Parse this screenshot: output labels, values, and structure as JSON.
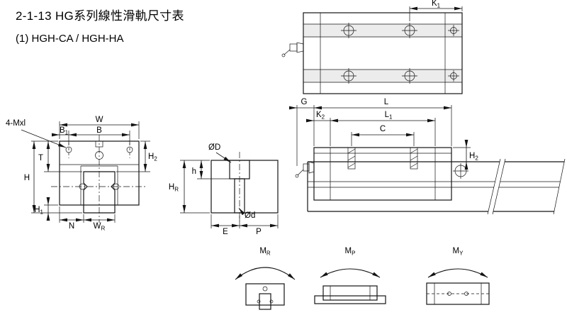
{
  "page": {
    "title": "2-1-13 HG系列線性滑軌尺寸表",
    "subtitle": "(1) HGH-CA / HGH-HA"
  },
  "front_view": {
    "four_mxl": "4-Mxl",
    "w": "W",
    "b": "B",
    "b1": {
      "main": "B",
      "sub": "1"
    },
    "t": "T",
    "h": "H",
    "h1": {
      "main": "H",
      "sub": "1"
    },
    "h2": {
      "main": "H",
      "sub": "2"
    },
    "n": "N",
    "wr": {
      "main": "W",
      "sub": "R"
    }
  },
  "top_view": {
    "k1": {
      "main": "K",
      "sub": "1"
    }
  },
  "side_view": {
    "g": "G",
    "l": "L",
    "k2": {
      "main": "K",
      "sub": "2"
    },
    "l1": {
      "main": "L",
      "sub": "1"
    },
    "c": "C",
    "h2": {
      "main": "H",
      "sub": "2"
    }
  },
  "rail_section": {
    "d_counterbore": "ØD",
    "h": "h",
    "hr": {
      "main": "H",
      "sub": "R"
    },
    "d_bolt": "Ød",
    "e": "E",
    "p": "P"
  },
  "moments": {
    "mr": {
      "main": "M",
      "sub": "R"
    },
    "mp": {
      "main": "M",
      "sub": "P"
    },
    "my": {
      "main": "M",
      "sub": "Y"
    }
  }
}
